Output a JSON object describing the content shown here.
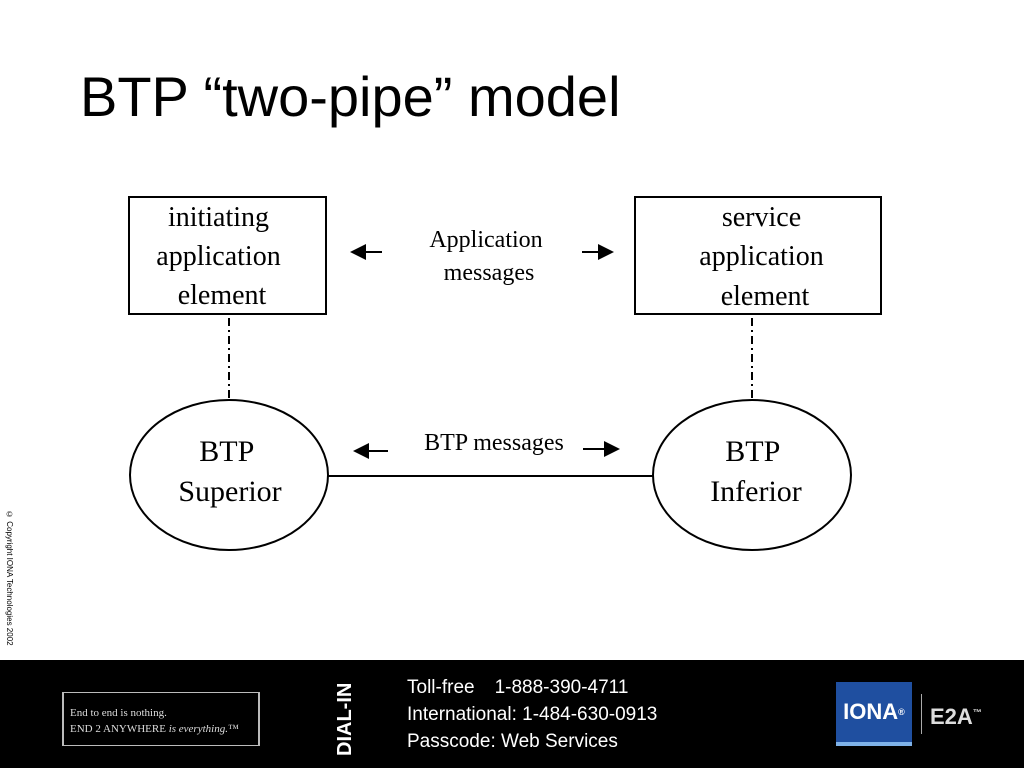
{
  "slide": {
    "title": "BTP “two-pipe” model",
    "copyright": "© Copyright IONA Technologies 2002"
  },
  "diagram": {
    "initiating_box": [
      "initiating",
      "application",
      "element"
    ],
    "service_box": [
      "service",
      "application",
      "element"
    ],
    "app_messages": [
      "Application",
      "messages"
    ],
    "superior_node": [
      "BTP",
      "Superior"
    ],
    "inferior_node": [
      "BTP",
      "Inferior"
    ],
    "btp_messages": "BTP messages"
  },
  "footer": {
    "tagline_line1": "End to end is nothing.",
    "tagline_line2_prefix": "END 2 ANYWHERE ",
    "tagline_line2_italic": "is everything.",
    "tagline_line2_tm": "™",
    "dial_in_label": "DIAL-IN",
    "tollfree_label": "Toll-free",
    "tollfree_number": "1-888-390-4711",
    "international": "International: 1-484-630-0913",
    "passcode": "Passcode: Web Services",
    "iona_logo": "IONA",
    "iona_logo_mark": "®",
    "e2a_logo": "E2A",
    "e2a_tm": "™"
  },
  "colors": {
    "footer_background": "#000000",
    "iona_logo_blue": "#1f4fa0"
  }
}
